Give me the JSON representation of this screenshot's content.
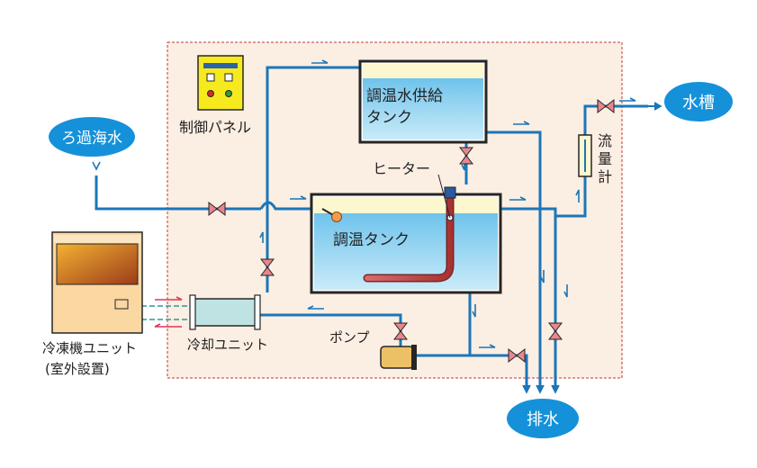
{
  "labels": {
    "filtered_seawater": "ろ過海水",
    "control_panel": "制御パネル",
    "supply_tank_line1": "調温水供給",
    "supply_tank_line2": "タンク",
    "heater": "ヒーター",
    "temp_tank": "調温タンク",
    "flowmeter_1": "流",
    "flowmeter_2": "量",
    "flowmeter_3": "計",
    "water_tank": "水槽",
    "refrigerator_line1": "冷凍機ユニット",
    "refrigerator_line2": "(室外設置)",
    "cooling_unit": "冷却ユニット",
    "pump": "ポンプ",
    "drain": "排水"
  },
  "colors": {
    "pipe": "#1b76b8",
    "pipe_light": "#2a8fd6",
    "bubble": "#1591d9",
    "valve": "#e8868e",
    "outline": "#262626",
    "frame_bg": "#fbeee3",
    "frame_border": "#c0392b",
    "tank_water": "#8fd0ee",
    "tank_top": "#fdf7cf",
    "heater": "#c74a4a",
    "panel": "#f6ea1f",
    "pump": "#ecc066",
    "cooler": "#bfe3e2",
    "fridge_body": "#fbd7a1",
    "fridge_window_top": "#e0a92a",
    "fridge_window_bottom": "#b3541e"
  }
}
